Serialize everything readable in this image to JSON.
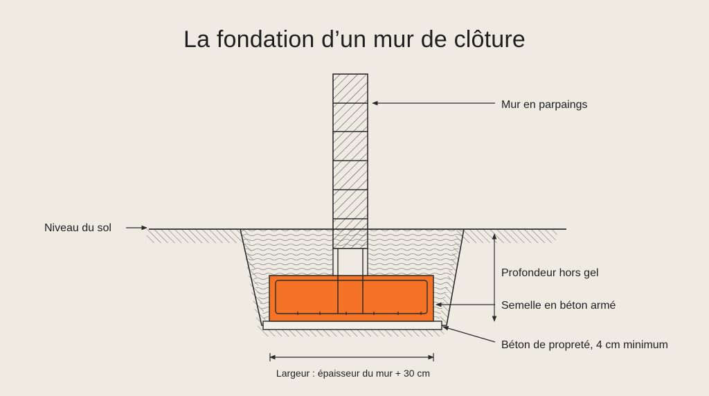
{
  "title": "La fondation d’un mur de clôture",
  "labels": {
    "wall": "Mur en parpaings",
    "ground": "Niveau du sol",
    "depth": "Profondeur hors gel",
    "footing": "Semelle en béton armé",
    "blinding": "Béton de propreté, 4 cm minimum",
    "width": "Largeur : épaisseur du mur + 30 cm"
  },
  "colors": {
    "background": "#efebe3",
    "footing": "#f47327",
    "line": "#2a2a2a"
  }
}
